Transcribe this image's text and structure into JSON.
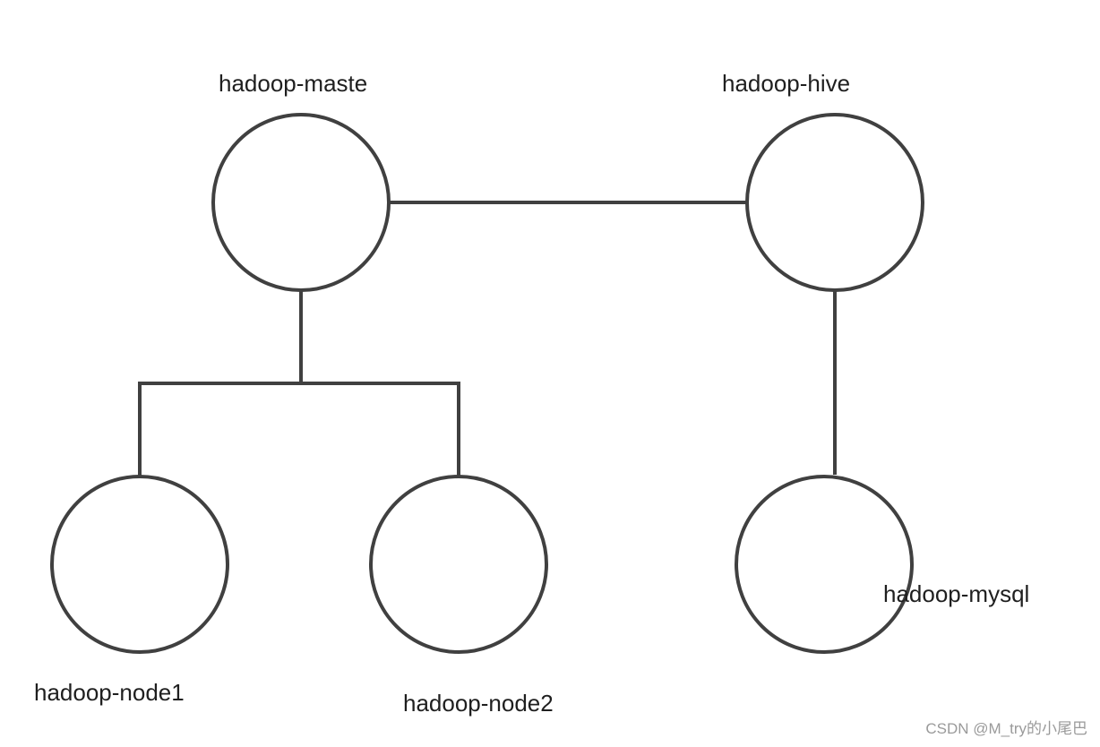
{
  "nodes": {
    "master": {
      "label": "hadoop-maste"
    },
    "hive": {
      "label": "hadoop-hive"
    },
    "node1": {
      "label": "hadoop-node1"
    },
    "node2": {
      "label": "hadoop-node2"
    },
    "mysql": {
      "label": "hadoop-mysql"
    }
  },
  "connections": [
    {
      "from": "hadoop-maste",
      "to": "hadoop-hive"
    },
    {
      "from": "hadoop-maste",
      "to": "hadoop-node1"
    },
    {
      "from": "hadoop-maste",
      "to": "hadoop-node2"
    },
    {
      "from": "hadoop-hive",
      "to": "hadoop-mysql"
    }
  ],
  "watermark": "CSDN @M_try的小尾巴",
  "colors": {
    "stroke": "#404040",
    "text": "#1f1f1f",
    "watermark": "#9a9a9a"
  }
}
